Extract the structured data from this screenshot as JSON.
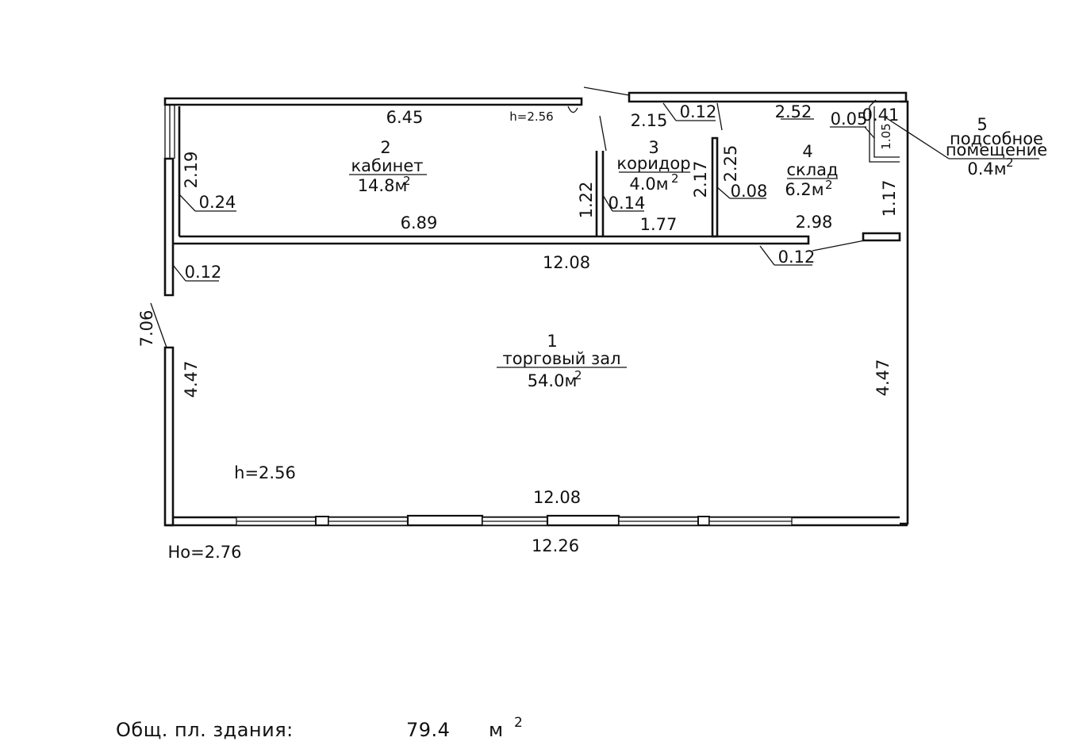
{
  "rooms": {
    "r1": {
      "number": "1",
      "name": "торговый зал",
      "area": "54.0м"
    },
    "r2": {
      "number": "2",
      "name": "кабинет",
      "area": "14.8м"
    },
    "r3": {
      "number": "3",
      "name": "коридор",
      "area": "4.0м"
    },
    "r4": {
      "number": "4",
      "name": "склад",
      "area": "6.2м"
    },
    "r5": {
      "number": "5",
      "name_line1": "подсобное",
      "name_line2": "помещение",
      "area": "0.4м"
    },
    "area_sup": "2"
  },
  "dimensions": {
    "top_office": "6.45",
    "office_height": "h=2.56",
    "top_corridor": "2.15",
    "top_wall_thickness": "0.12",
    "top_storage": "2.52",
    "small_005": "0.05",
    "small_041": "0.41",
    "aux_height": "1.05",
    "left_office": "2.19",
    "left_wall_024": "0.24",
    "office_bottom": "6.89",
    "corr_1_22": "1.22",
    "corr_0_14": "0.14",
    "corr_bottom": "1.77",
    "corr_2_17": "2.17",
    "corr_2_25": "2.25",
    "corr_0_08": "0.08",
    "store_bottom": "2.98",
    "store_right": "1.17",
    "partition_len": "12.08",
    "partition_thick": "0.12",
    "left_wall_012": "0.12",
    "left_total": "7.06",
    "left_hall": "4.47",
    "right_hall": "4.47",
    "hall_height": "h=2.56",
    "hall_bottom_inner": "12.08",
    "outer_bottom": "12.26",
    "ho": "Но=2.76"
  },
  "footer": {
    "label": "Общ. пл. здания:",
    "value": "79.4",
    "unit": "м",
    "unit_sup": "2"
  }
}
